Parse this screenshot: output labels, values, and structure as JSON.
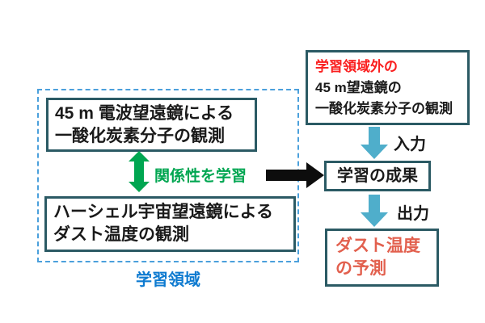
{
  "diagram": {
    "training_region": {
      "label": "学習領域",
      "co_box": {
        "line1": "45 m 電波望遠鏡による",
        "line2": "一酸化炭素分子の観測"
      },
      "dust_box": {
        "line1": "ハーシェル宇宙望遠鏡による",
        "line2": "ダスト温度の観測"
      },
      "relation_label": "関係性を学習"
    },
    "outside_box": {
      "line1": "学習領域外の",
      "line2": "45 m望遠鏡の",
      "line3": "一酸化炭素分子の観測"
    },
    "result_box": {
      "label": "学習の成果"
    },
    "prediction_box": {
      "line1": "ダスト温度",
      "line2": "の予測"
    },
    "input_label": "入力",
    "output_label": "出力",
    "colors": {
      "dashed_border": "#4BA0DC",
      "box_border": "#2B5A64",
      "green_arrow": "#00A651",
      "teal_arrow": "#4FAECB",
      "black_arrow": "#0d0d0d",
      "red_text": "#FA1F1F",
      "salmon_text": "#E2604E",
      "blue_label": "#0D7AD0"
    }
  }
}
